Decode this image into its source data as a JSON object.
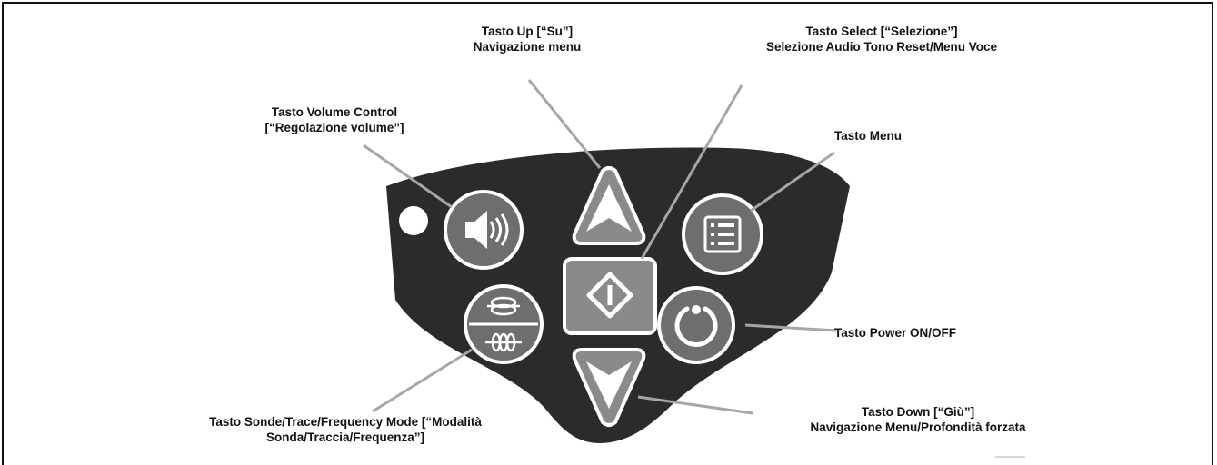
{
  "callouts": {
    "up": {
      "line1": "Tasto Up [“Su”]",
      "line2": "Navigazione menu"
    },
    "select": {
      "line1": "Tasto Select [“Selezione”]",
      "line2": "Selezione Audio Tono Reset/Menu Voce"
    },
    "volume": {
      "line1": "Tasto Volume Control",
      "line2": "[“Regolazione volume”]"
    },
    "menu": {
      "line1": "Tasto Menu"
    },
    "power": {
      "line1": "Tasto Power ON/OFF"
    },
    "mode": {
      "line1": "Tasto Sonde/Trace/Frequency Mode [“Modalità",
      "line2": "Sonda/Traccia/Frequenza”]"
    },
    "down": {
      "line1": "Tasto Down [“Giù”]",
      "line2": "Navigazione Menu/Profondità forzata"
    }
  },
  "colors": {
    "panel": "#2b2b2b",
    "button_round": "#6e6e6e",
    "button_square": "#8a8a8a",
    "outline": "#ffffff",
    "leader_line": "#a6a6a6"
  },
  "icons": {
    "volume": "speaker-icon",
    "up": "arrow-up-icon",
    "select": "diamond-select-icon",
    "menu": "list-menu-icon",
    "mode": "coil-mode-icon",
    "power": "power-icon",
    "down": "arrow-down-icon",
    "led": "led-indicator"
  }
}
